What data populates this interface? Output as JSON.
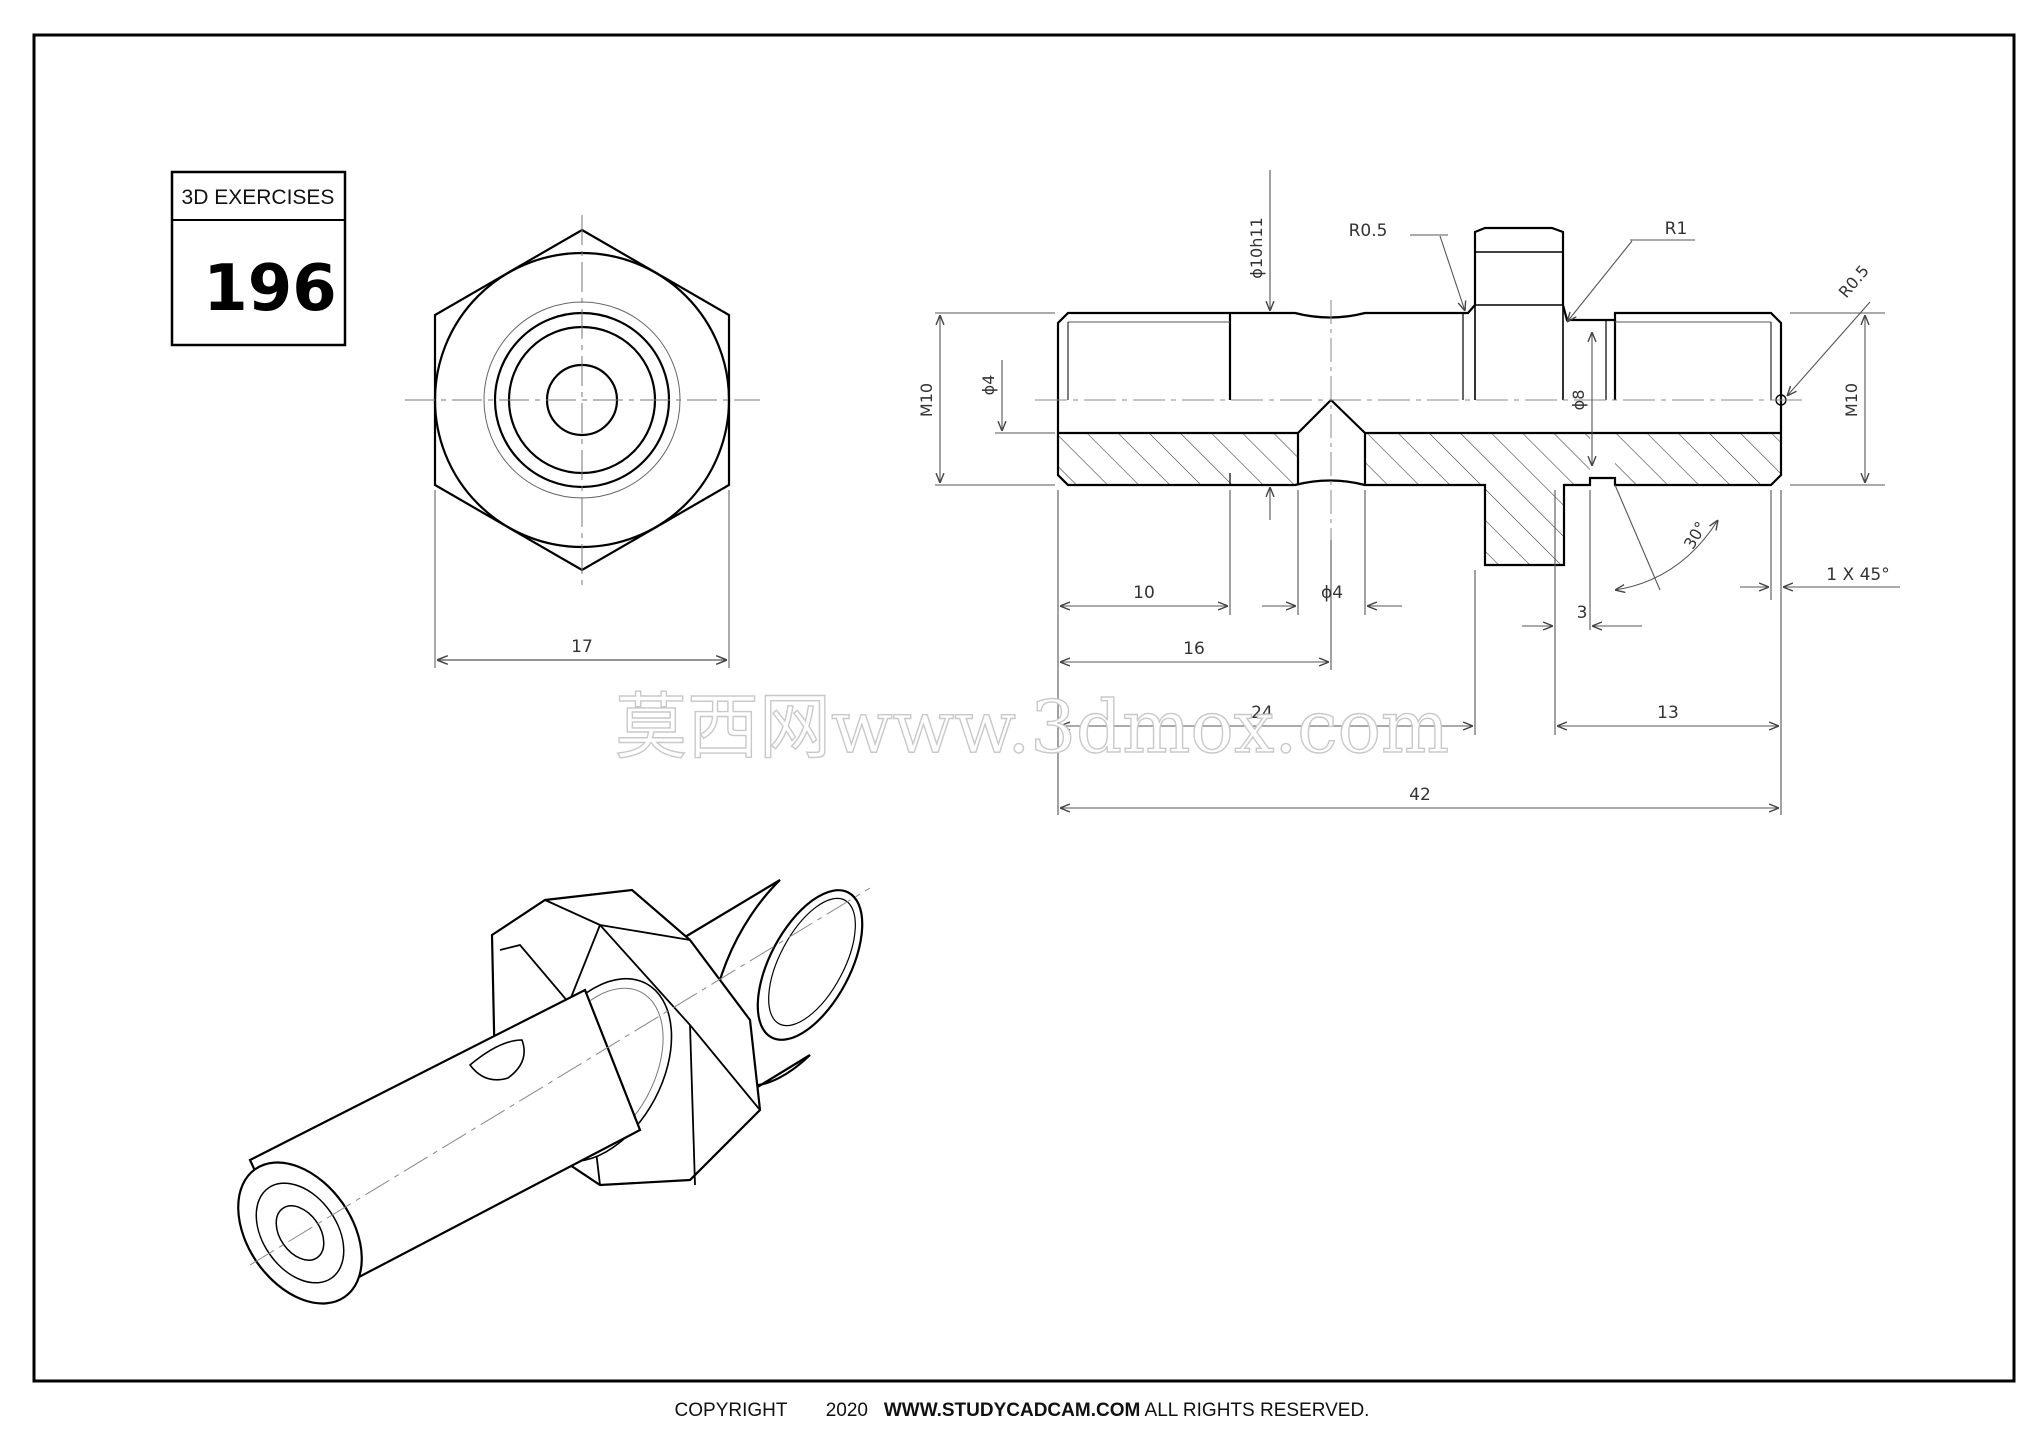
{
  "badge": {
    "title": "3D EXERCISES",
    "number": "196"
  },
  "front_view": {
    "width_dim": "17"
  },
  "section_view": {
    "dims": {
      "d_10h11": "ϕ10h11",
      "r05_top": "R0.5",
      "r1": "R1",
      "r05_right": "R0.5",
      "m10_left": "M10",
      "d4_left": "ϕ4",
      "d8": "ϕ8",
      "m10_right": "M10",
      "angle_30": "30°",
      "chamfer": "1 X 45°",
      "len_10": "10",
      "d4_bottom": "ϕ4",
      "len_3": "3",
      "len_16": "16",
      "len_24": "24",
      "len_13": "13",
      "len_42": "42"
    }
  },
  "watermark": "莫西网www.3dmox.com",
  "footer": {
    "copyright": "COPYRIGHT",
    "year": "2020",
    "site": "WWW.STUDYCADCAM.COM",
    "rights": "ALL RIGHTS RESERVED."
  }
}
